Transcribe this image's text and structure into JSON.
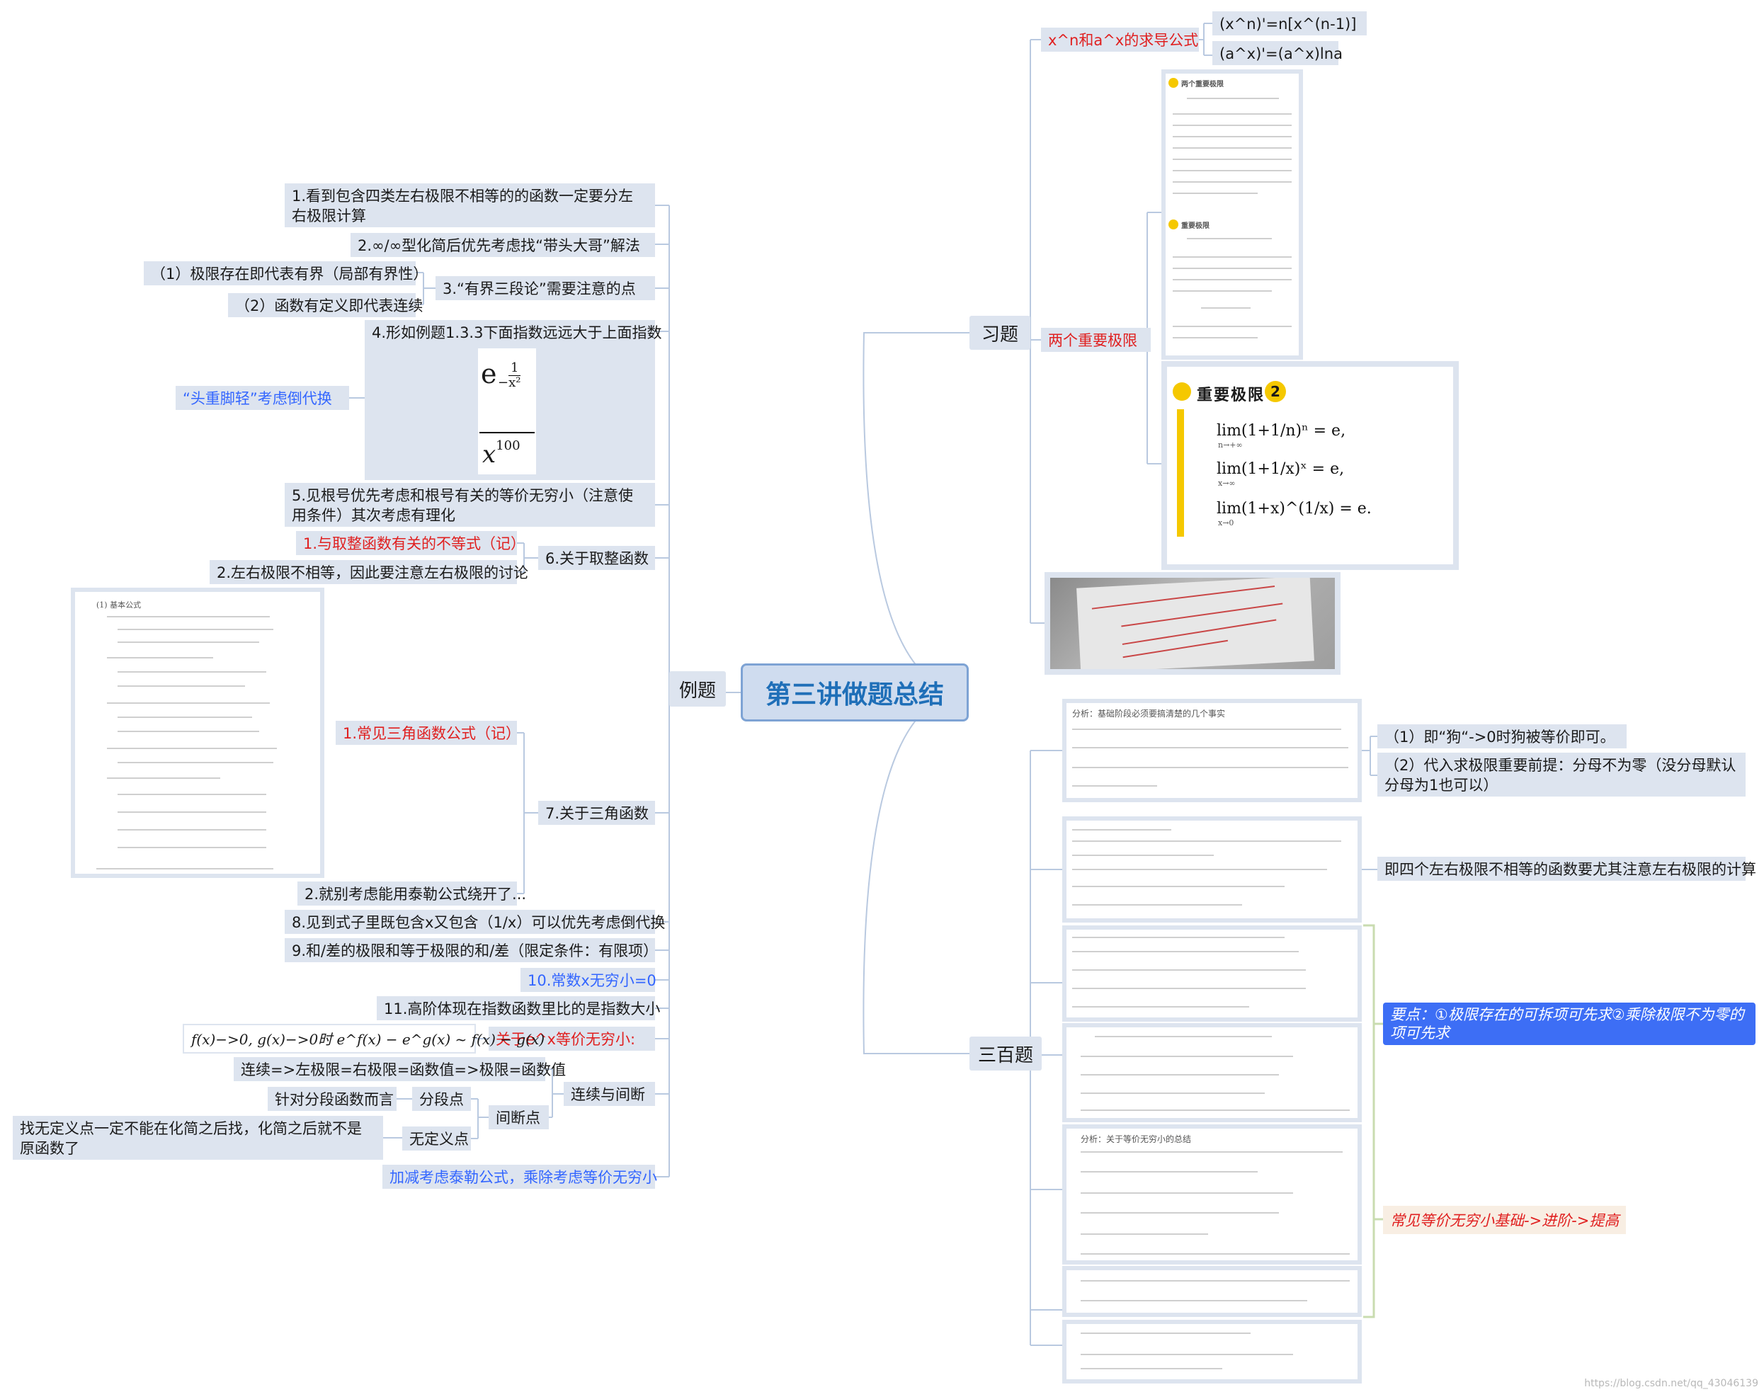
{
  "center": {
    "title": "第三讲做题总结"
  },
  "branches": {
    "left": "例题",
    "xiti": "习题",
    "sanbai": "三百题"
  },
  "left": {
    "item1": "1.看到包含四类左右极限不相等的的函数一定要分左右极限计算",
    "item2": "2.∞/∞型化简后优先考虑找“带头大哥”解法",
    "item3": "3.“有界三段论”需要注意的点",
    "item3_sub1": "（1）极限存在即代表有界（局部有界性）",
    "item3_sub2": "（2）函数有定义即代表连续",
    "item4": "4.形如例题1.3.3下面指数远远大于上面指数",
    "item4_formula_num": "e^(-1/x²)",
    "item4_formula_den": "x^100",
    "item4_note": "“头重脚轻”考虑倒代换",
    "item5": "5.见根号优先考虑和根号有关的等价无穷小（注意使用条件）其次考虑有理化",
    "item6": "6.关于取整函数",
    "item6_sub1": "1.与取整函数有关的不等式（记）",
    "item6_sub2": "2.左右极限不相等，因此要注意左右极限的讨论",
    "item7": "7.关于三角函数",
    "item7_sub1": "1.常见三角函数公式（记）",
    "item7_sub2": "2.就别考虑能用泰勒公式绕开了...",
    "item8": "8.见到式子里既包含x又包含（1/x）可以优先考虑倒代换",
    "item9": "9.和/差的极限和等于极限的和/差（限定条件：有限项）",
    "item10": "10.常数x无穷小=0",
    "item11": "11.高阶体现在指数函数里比的是指数大小",
    "ex_note": "关于e^x等价无穷小:",
    "ex_formula": "f(x)−>0, g(x)−>0时 e^f(x) − e^g(x) ~ f(x) − g(x)",
    "cont": "连续与间断",
    "cont_sub1": "连续=>左极限=右极限=函数值=>极限=函数值",
    "cont_sub2": "间断点",
    "cont_sub2_a": "分段点",
    "cont_sub2_a_note": "针对分段函数而言",
    "cont_sub2_b": "无定义点",
    "cont_sub2_b_note": "找无定义点一定不能在化简之后找，化简之后就不是原函数了",
    "last": "加减考虑泰勒公式，乘除考虑等价无穷小"
  },
  "xiti": {
    "deriv": "x^n和a^x的求导公式",
    "deriv_1": "(x^n)'=n[x^(n-1)]",
    "deriv_2": "(a^x)'=(a^x)lna",
    "limits": "两个重要极限",
    "card_title": "重要极限",
    "card_badge": "2",
    "card_eq1": "lim(1+1/n)ⁿ = e,",
    "card_eq2": "lim(1+1/x)ˣ = e,",
    "card_eq3": "lim(1+x)^(1/x) = e.",
    "card_sub1": "n→+∞",
    "card_sub2": "x→∞",
    "card_sub3": "x→0",
    "doc_title": "两个重要极限",
    "doc_title2": "重要极限"
  },
  "sanbai": {
    "note1": "（1）即“狗“->0时狗被等价即可。",
    "note2": "（2）代入求极限重要前提：分母不为零（没分母默认分母为1也可以）",
    "note3": "即四个左右极限不相等的函数要尤其注意左右极限的计算",
    "key_point": "要点：①极限存在的可拆项可先求②乘除极限不为零的项可先求",
    "equiv": "常见等价无穷小基础->进阶->提高",
    "doc_analysis": "分析：基础阶段必须要搞清楚的几个事实",
    "doc_equiv": "分析：关于等价无穷小的总结"
  },
  "watermark": "https://blog.csdn.net/qq_43046139"
}
